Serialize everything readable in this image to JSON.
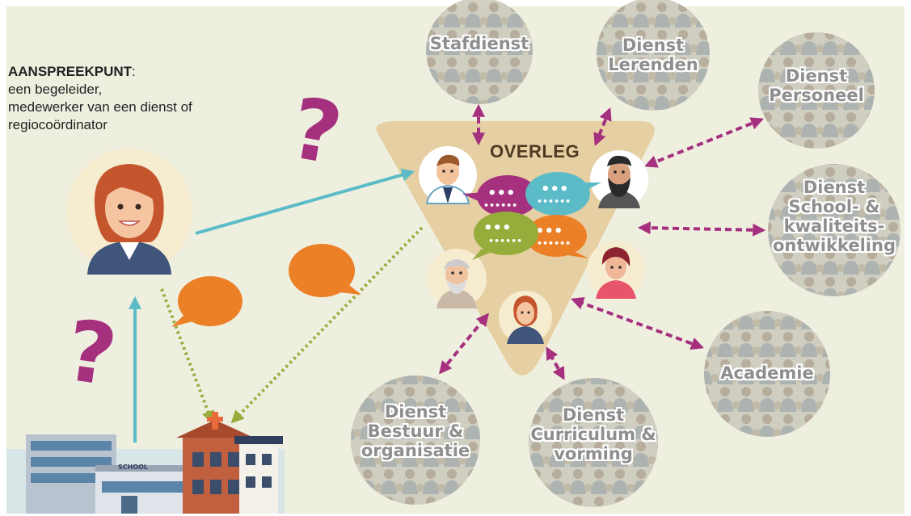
{
  "contact": {
    "title": "AANSPREEKPUNT",
    "title_suffix": ":",
    "lines": [
      "een begeleider,",
      "medewerker van een dienst of",
      "regiocoördinator"
    ]
  },
  "center": {
    "label": "OVERLEG"
  },
  "school_sign": "SCHOOL",
  "services": [
    {
      "id": "stafdienst",
      "lines": [
        "Stafdienst"
      ]
    },
    {
      "id": "lerenden",
      "lines": [
        "Dienst",
        "Lerenden"
      ]
    },
    {
      "id": "personeel",
      "lines": [
        "Dienst",
        "Personeel"
      ]
    },
    {
      "id": "school-kwaliteit",
      "lines": [
        "Dienst",
        "School- &",
        "kwaliteits-",
        "ontwikkeling"
      ]
    },
    {
      "id": "academie",
      "lines": [
        "Academie"
      ]
    },
    {
      "id": "curriculum",
      "lines": [
        "Dienst",
        "Curriculum &",
        "vorming"
      ]
    },
    {
      "id": "bestuur",
      "lines": [
        "Dienst",
        "Bestuur &",
        "organisatie"
      ]
    }
  ],
  "colors": {
    "background": "#efefe0",
    "triangle": "#e6cfa2",
    "magenta": "#a4307e",
    "teal": "#5bbcc8",
    "olive": "#96ad3b",
    "orange": "#ec8027",
    "crowd": "#c9c9bd",
    "hub_text": "#8e8e8e"
  },
  "icons": [
    "question-mark-icon",
    "speech-bubble-icon",
    "person-avatar-icon",
    "school-building-icon",
    "crowd-photo-icon"
  ]
}
